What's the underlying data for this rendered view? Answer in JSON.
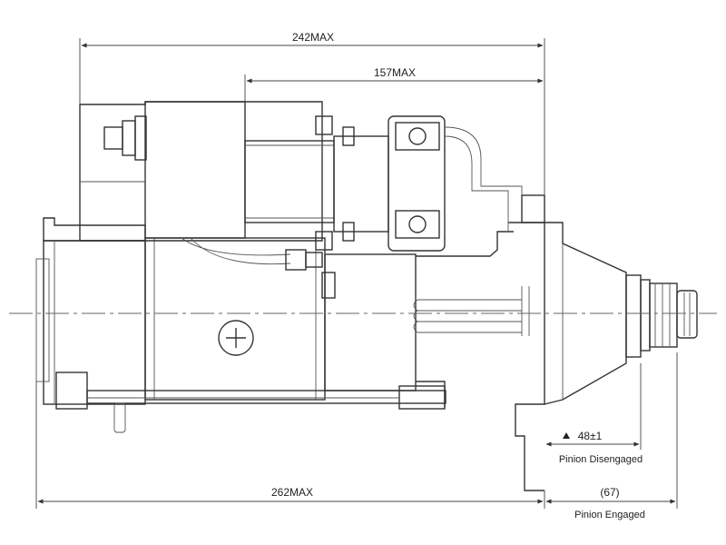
{
  "dimensions": {
    "overall_top": "242MAX",
    "upper_inner": "157MAX",
    "overall_bottom": "262MAX",
    "pinion_disengaged_value": "48±1",
    "pinion_engaged_value": "(67)"
  },
  "labels": {
    "pinion_disengaged": "Pinion Disengaged",
    "pinion_engaged": "Pinion Engaged"
  },
  "colors": {
    "line": "#333333",
    "background": "#ffffff"
  }
}
